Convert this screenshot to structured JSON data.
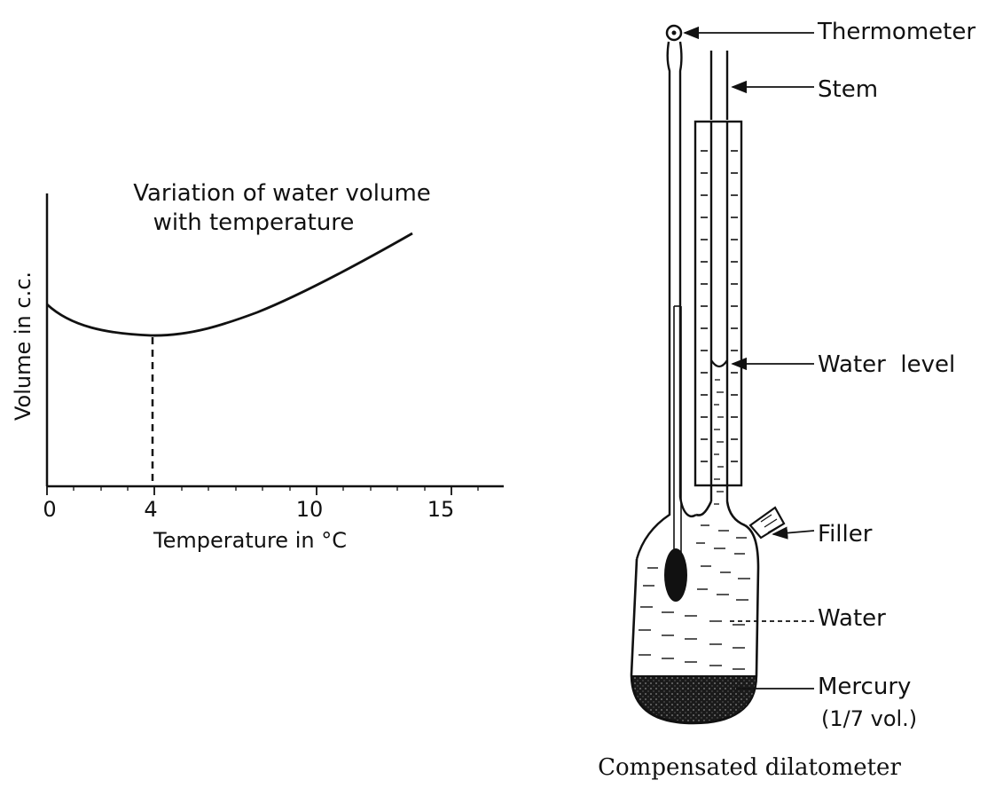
{
  "graph": {
    "title_line1": "Variation of water volume",
    "title_line2": "with temperature",
    "ylabel": "Volume in c.c.",
    "xlabel": "Temperature in °C",
    "ticks": [
      "0",
      "4",
      "10",
      "15"
    ],
    "min_marker": "4"
  },
  "apparatus": {
    "labels": {
      "thermometer": "Thermometer",
      "stem": "Stem",
      "water_level": "Water  level",
      "filler": "Filler",
      "water": "Water",
      "mercury_line1": "Mercury",
      "mercury_line2": "(1/7 vol.)"
    },
    "caption": "Compensated dilatometer"
  },
  "colors": {
    "ink": "#111111",
    "paper": "#ffffff",
    "mercury": "#3a3a3a"
  }
}
